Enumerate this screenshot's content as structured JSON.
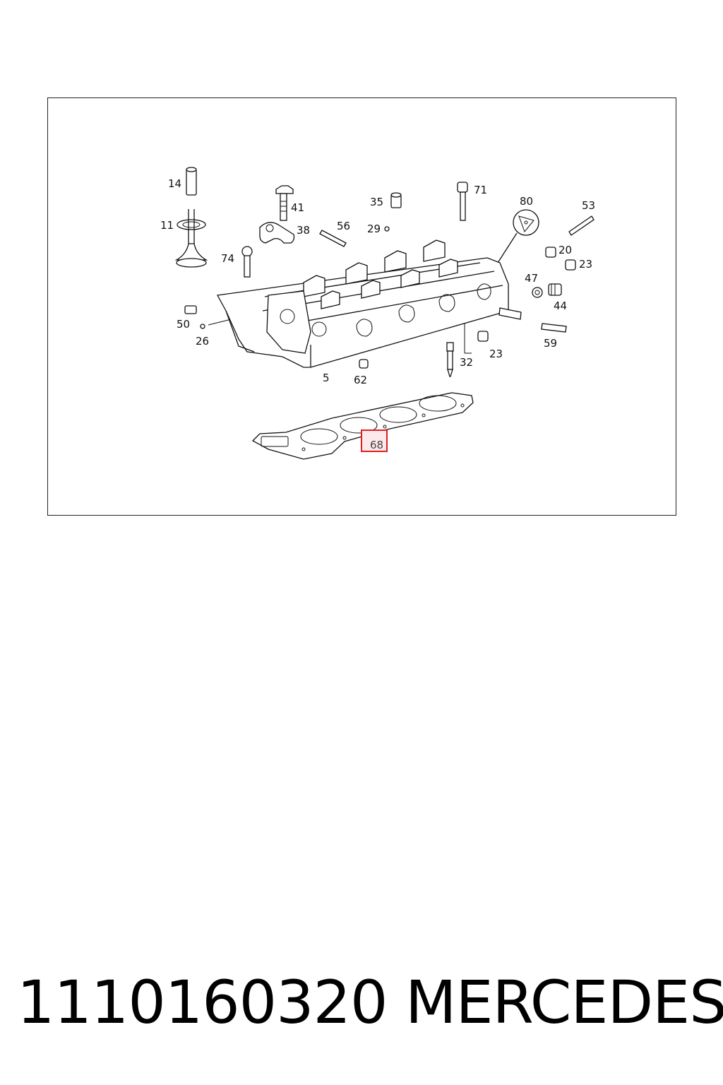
{
  "diagram": {
    "labels": {
      "l14": "14",
      "l11": "11",
      "l41": "41",
      "l38": "38",
      "l35": "35",
      "l71": "71",
      "l80": "80",
      "l53": "53",
      "l56": "56",
      "l29": "29",
      "l74": "74",
      "l20": "20",
      "l23a": "23",
      "l47": "47",
      "l44": "44",
      "l50": "50",
      "l26": "26",
      "l59": "59",
      "l23b": "23",
      "l32": "32",
      "l5": "5",
      "l62": "62",
      "l68": "68"
    },
    "highlight": {
      "target": "68",
      "color": "#e02020",
      "fill": "#fde8ec"
    }
  },
  "footer": {
    "part_number": "1110160320",
    "brand": "MERCEDES"
  }
}
